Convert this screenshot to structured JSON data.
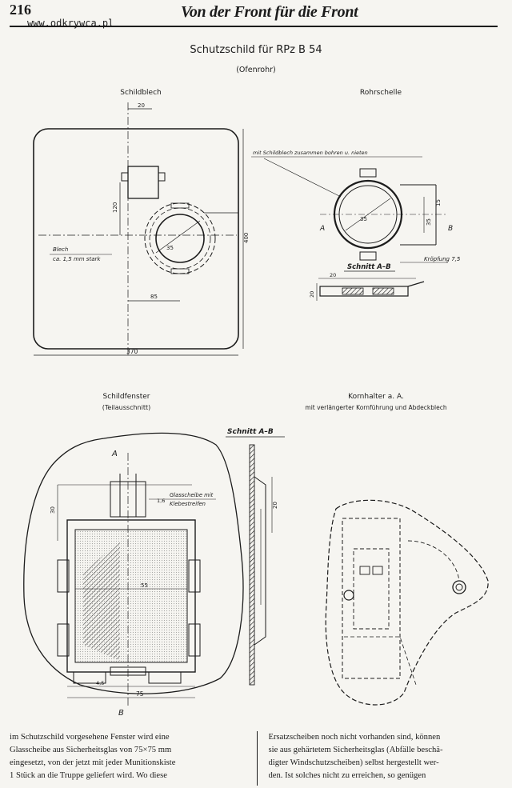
{
  "header": {
    "page_number": "216",
    "watermark": "www.odkrywca.pl",
    "running_title": "Von der Front für die Front"
  },
  "drawing": {
    "title": "Schutzschild für RPz B 54",
    "subtitle": "(Ofenrohr)",
    "shield": {
      "label": "Schildblech",
      "dim_top": "20",
      "dim_left": "120",
      "dim_center": "35",
      "dim_hole": "85",
      "dim_height": "400",
      "dim_width": "370",
      "note_line1": "Blech",
      "note_line2": "ca. 1,5 mm stark"
    },
    "clamp": {
      "label": "Rohrschelle",
      "note": "mit Schildblech zusammen bohren u. nieten",
      "dim_radius": "35",
      "dim_a": "35",
      "dim_b": "15",
      "section_label": "Schnitt A–B",
      "bend_label": "Kröpfung 7,5",
      "dim_c": "20",
      "dim_d": "20",
      "mark_a": "A",
      "mark_b": "B"
    },
    "window": {
      "label": "Schildfenster",
      "sublabel": "(Teilausschnitt)",
      "glass_note_line1": "Glasscheibe mit",
      "glass_note_line2": "Klebestreifen",
      "dim_height": "30",
      "dim_inner": "55",
      "dim_width": "75",
      "dim_small1": "1,6",
      "dim_small2": "4,5",
      "mark_a": "A",
      "mark_b": "B"
    },
    "section": {
      "label": "Schnitt A–B",
      "dim": "20"
    },
    "sight": {
      "label": "Kornhalter a. A.",
      "sublabel": "mit verlängerter Kornführung und Abdeckblech"
    }
  },
  "body_text": {
    "left_lines": [
      "im Schutzschild vorgesehene Fenster wird eine",
      "Glasscheibe aus Sicherheitsglas von 75×75 mm",
      "eingesetzt, von der jetzt mit jeder Munitionskiste",
      "1 Stück an die Truppe geliefert wird. Wo diese"
    ],
    "right_lines": [
      "Ersatzscheiben noch nicht vorhanden sind, können",
      "sie aus gehärtetem Sicherheitsglas (Abfälle beschä-",
      "digter Windschutzscheiben) selbst hergestellt wer-",
      "den. Ist solches nicht zu erreichen, so genügen"
    ]
  }
}
